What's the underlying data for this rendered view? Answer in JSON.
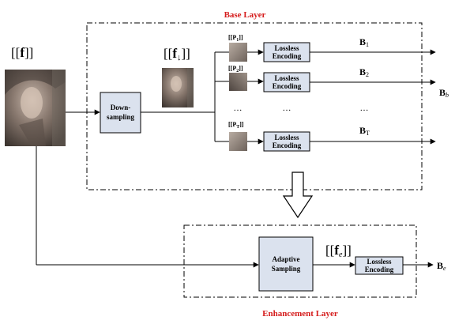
{
  "base_layer": {
    "label": "Base Layer",
    "downsampling_label": [
      "Down-",
      "sampling"
    ],
    "rows": [
      {
        "patch": "P",
        "sub": "1",
        "encoder": [
          "Lossless",
          "Encoding"
        ],
        "output": "B",
        "output_sub": "1"
      },
      {
        "patch": "P",
        "sub": "2",
        "encoder": [
          "Lossless",
          "Encoding"
        ],
        "output": "B",
        "output_sub": "2"
      },
      {
        "patch": "P",
        "sub": "T",
        "encoder": [
          "Lossless",
          "Encoding"
        ],
        "output": "B",
        "output_sub": "T"
      }
    ],
    "dots": "…",
    "side_output": "B",
    "side_output_sub": "b"
  },
  "enhancement_layer": {
    "label": "Enhancement Layer",
    "adaptive_label": [
      "Adaptive",
      "Sampling"
    ],
    "encoder": [
      "Lossless",
      "Encoding"
    ],
    "output": "B",
    "output_sub": "e"
  },
  "symbols": {
    "input": "[[f]]",
    "downsampled": "[[f↓]]",
    "enhanced": "[[fe]]"
  }
}
